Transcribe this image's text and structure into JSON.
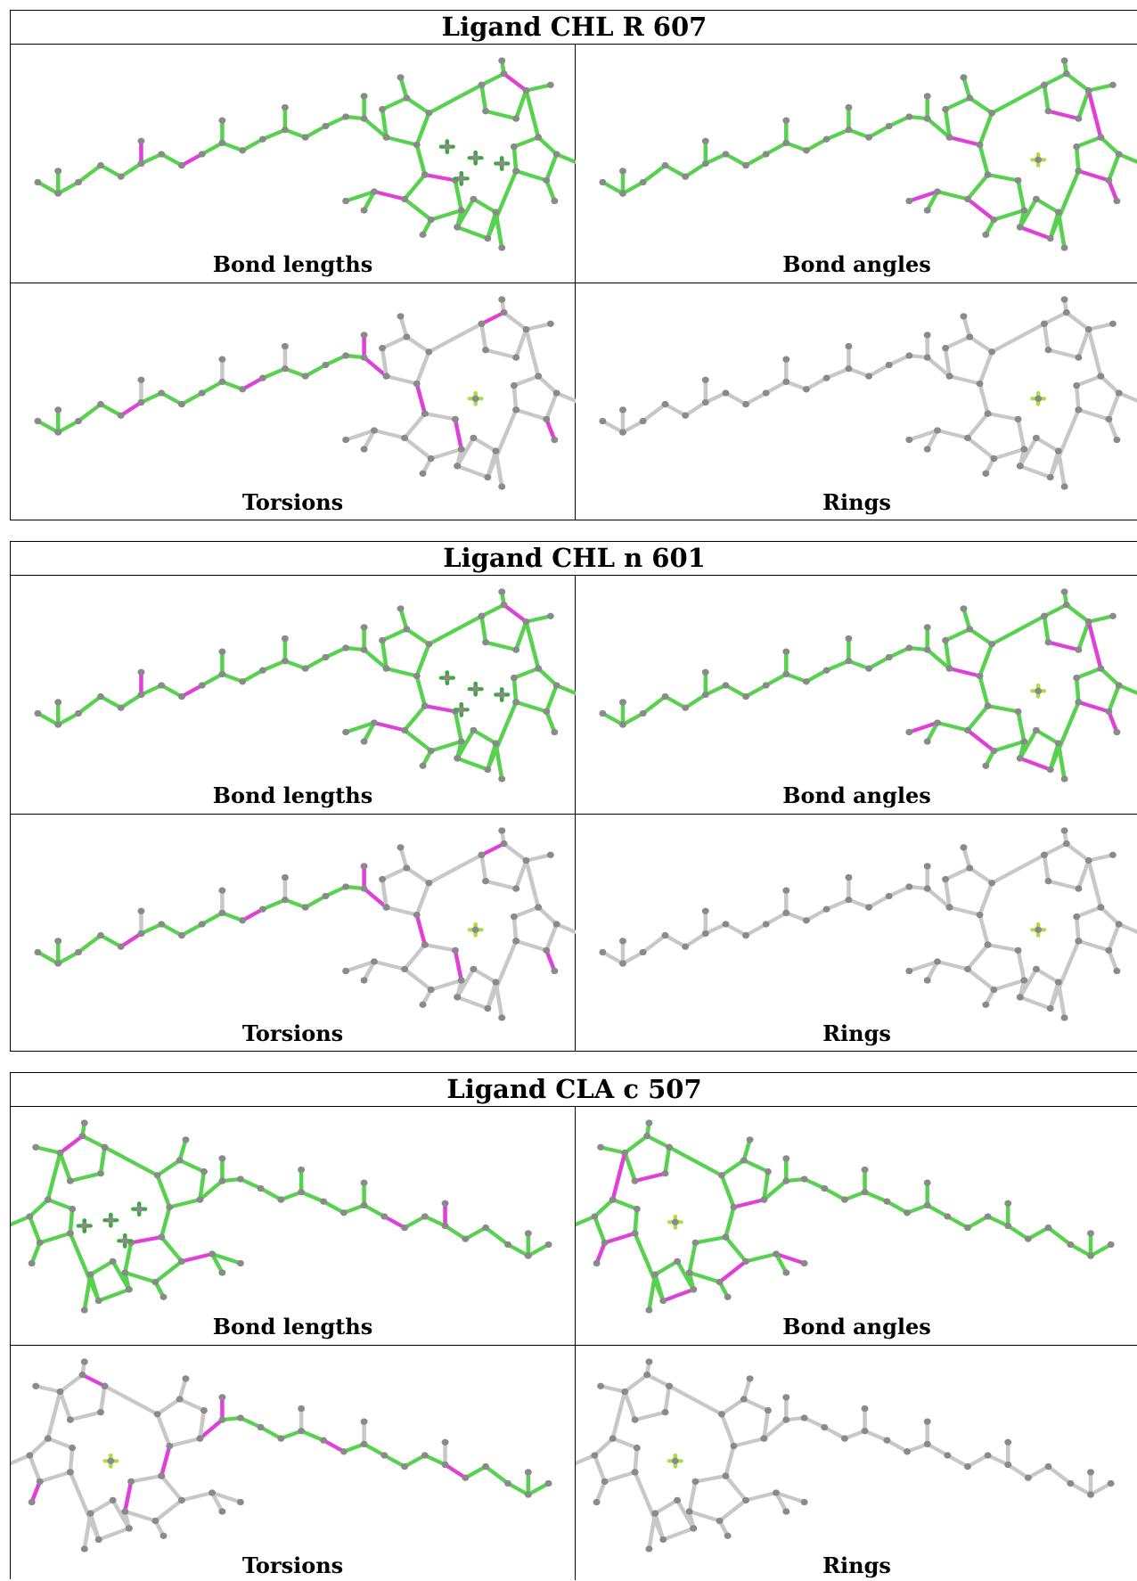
{
  "colors": {
    "ok_bond": "#57d24e",
    "outlier_bond": "#e040d8",
    "plain_bond": "#c8c8c8",
    "atom": "#8a8a8a"
  },
  "ligands": [
    {
      "title": "Ligand CHL R 607",
      "panels": [
        {
          "caption": "Bond lengths",
          "style": "lengths"
        },
        {
          "caption": "Bond angles",
          "style": "angles"
        },
        {
          "caption": "Torsions",
          "style": "torsions"
        },
        {
          "caption": "Rings",
          "style": "rings"
        }
      ]
    },
    {
      "title": "Ligand CHL n 601",
      "panels": [
        {
          "caption": "Bond lengths",
          "style": "lengths"
        },
        {
          "caption": "Bond angles",
          "style": "angles"
        },
        {
          "caption": "Torsions",
          "style": "torsions"
        },
        {
          "caption": "Rings",
          "style": "rings"
        }
      ]
    },
    {
      "title": "Ligand CLA c 507",
      "panels": [
        {
          "caption": "Bond lengths",
          "style": "lengths"
        },
        {
          "caption": "Bond angles",
          "style": "angles"
        },
        {
          "caption": "Torsions",
          "style": "torsions"
        },
        {
          "caption": "Rings",
          "style": "rings"
        }
      ]
    }
  ]
}
